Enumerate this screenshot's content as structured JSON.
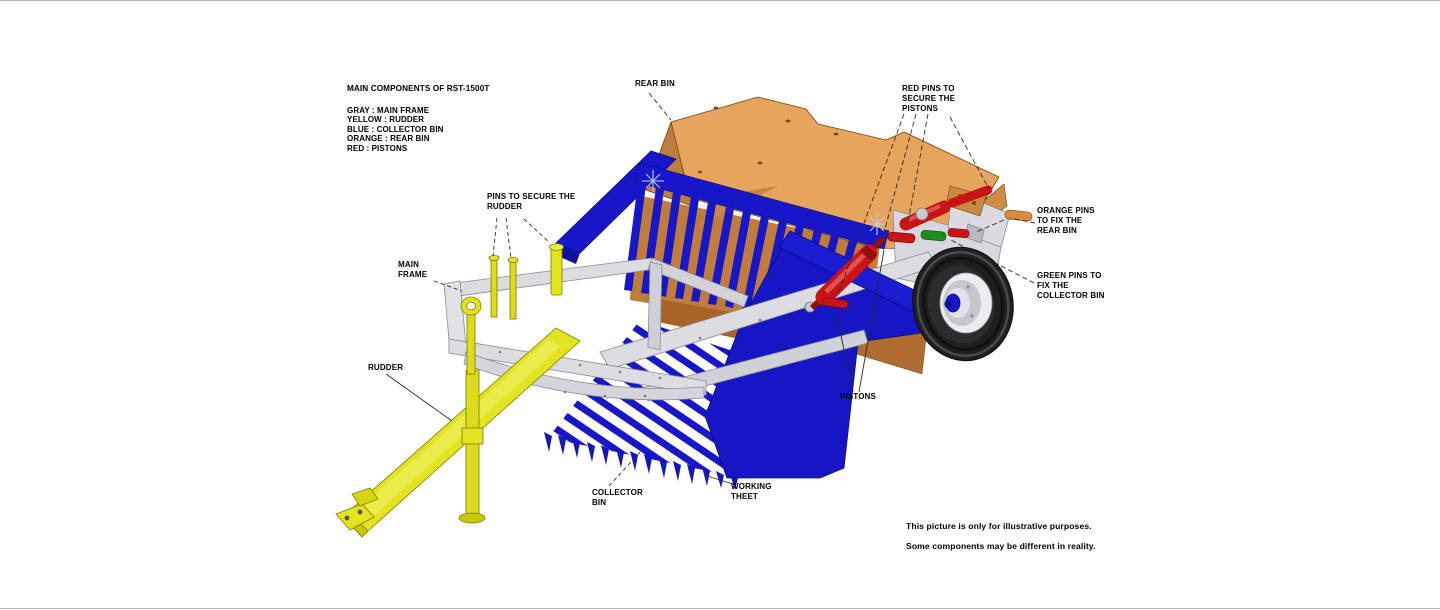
{
  "diagram": {
    "title": "MAIN COMPONENTS OF RST-1500T",
    "legend": [
      "GRAY : MAIN FRAME",
      "YELLOW : RUDDER",
      "BLUE : COLLECTOR BIN",
      "ORANGE : REAR BIN",
      "RED : PISTONS"
    ],
    "labels": {
      "rear_bin": "REAR BIN",
      "red_pins": "RED PINS TO\nSECURE THE\nPISTONS",
      "orange_pins": "ORANGE PINS\nTO FIX THE\nREAR BIN",
      "green_pins": "GREEN PINS TO\nFIX THE\nCOLLECTOR BIN",
      "rudder_pins": "PINS TO SECURE THE\nRUDDER",
      "main_frame": "MAIN\nFRAME",
      "rudder": "RUDDER",
      "collector_bin": "COLLECTOR\nBIN",
      "working_teeth": "WORKING\nTHEET",
      "pistons": "PISTONS"
    },
    "footnotes": [
      "This picture is only for illustrative purposes.",
      "Some components may be different in reality."
    ],
    "colors": {
      "main_frame_gray": "#DCDCE1",
      "rudder_yellow": "#E3E321",
      "collector_bin_blue": "#1717C9",
      "rear_bin_orange": "#E7A45C",
      "pistons_red": "#C81414",
      "green_pin": "#1E8B1E",
      "orange_pin": "#D98C3F"
    }
  }
}
